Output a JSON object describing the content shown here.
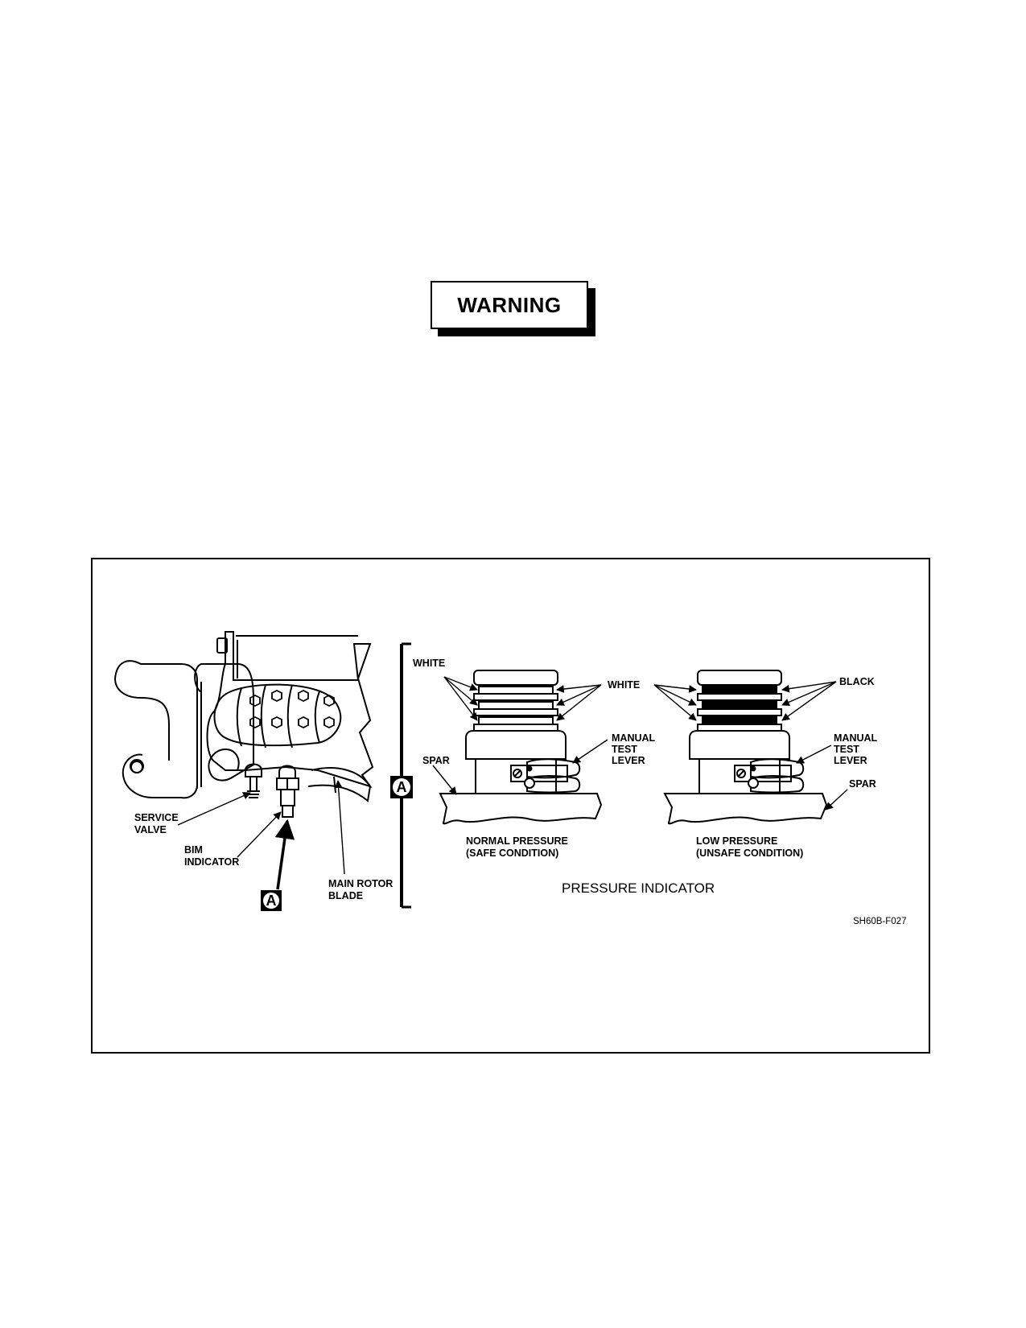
{
  "warning": {
    "label": "WARNING"
  },
  "figure": {
    "left_labels": {
      "service_valve": [
        "SERVICE",
        "VALVE"
      ],
      "bim_indicator": [
        "BIM",
        "INDICATOR"
      ],
      "main_rotor_blade": [
        "MAIN ROTOR",
        "BLADE"
      ],
      "detail_ref": "A"
    },
    "detail_marker": "A",
    "normal": {
      "white_left": "WHITE",
      "spar": "SPAR",
      "manual_test_lever": [
        "MANUAL",
        "TEST",
        "LEVER"
      ],
      "caption": [
        "NORMAL PRESSURE",
        "(SAFE CONDITION)"
      ]
    },
    "shared_white": "WHITE",
    "low": {
      "black": "BLACK",
      "manual_test_lever": [
        "MANUAL",
        "TEST",
        "LEVER"
      ],
      "spar": "SPAR",
      "caption": [
        "LOW PRESSURE",
        "(UNSAFE CONDITION)"
      ]
    },
    "title": "PRESSURE INDICATOR",
    "figure_code": "SH60B-F027"
  }
}
